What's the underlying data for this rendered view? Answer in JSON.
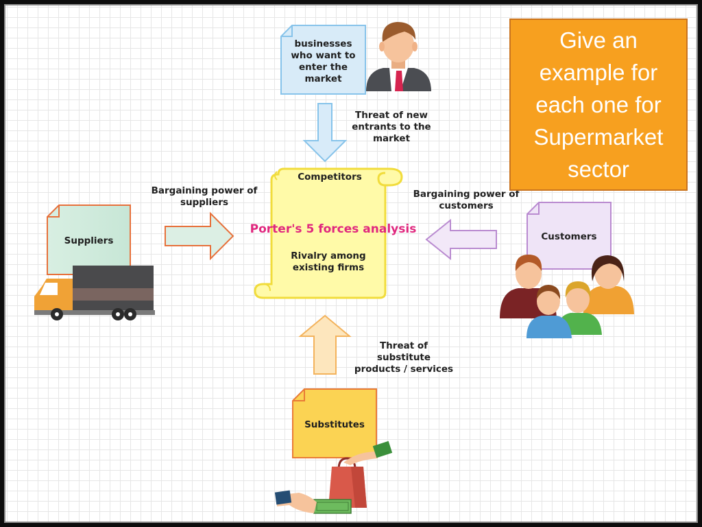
{
  "callout": {
    "text": "Give an example for each one for Supermarket sector"
  },
  "center": {
    "heading": "Competitors",
    "title": "Porter's 5 forces analysis",
    "subtitle": "Rivalry among existing firms"
  },
  "nodes": {
    "new_entrants": "businesses who want to enter the market",
    "suppliers": "Suppliers",
    "customers": "Customers",
    "substitutes": "Substitutes"
  },
  "forces": {
    "new_entrants": "Threat of new entrants to the market",
    "suppliers": "Bargaining power of suppliers",
    "customers": "Bargaining power of customers",
    "substitutes": "Threat of substitute products / services"
  },
  "colors": {
    "callout_bg": "#f7a01f",
    "center_scroll": "#fffaa8",
    "center_title": "#e0277e",
    "new_entrants_doc": "#d8ebf8",
    "suppliers_doc": "#d9f1e6",
    "customers_doc": "#efe4f7",
    "substitutes_doc": "#fbd353"
  },
  "icons": [
    "businessman-icon",
    "delivery-truck-icon",
    "family-icon",
    "shopping-payment-icon"
  ]
}
